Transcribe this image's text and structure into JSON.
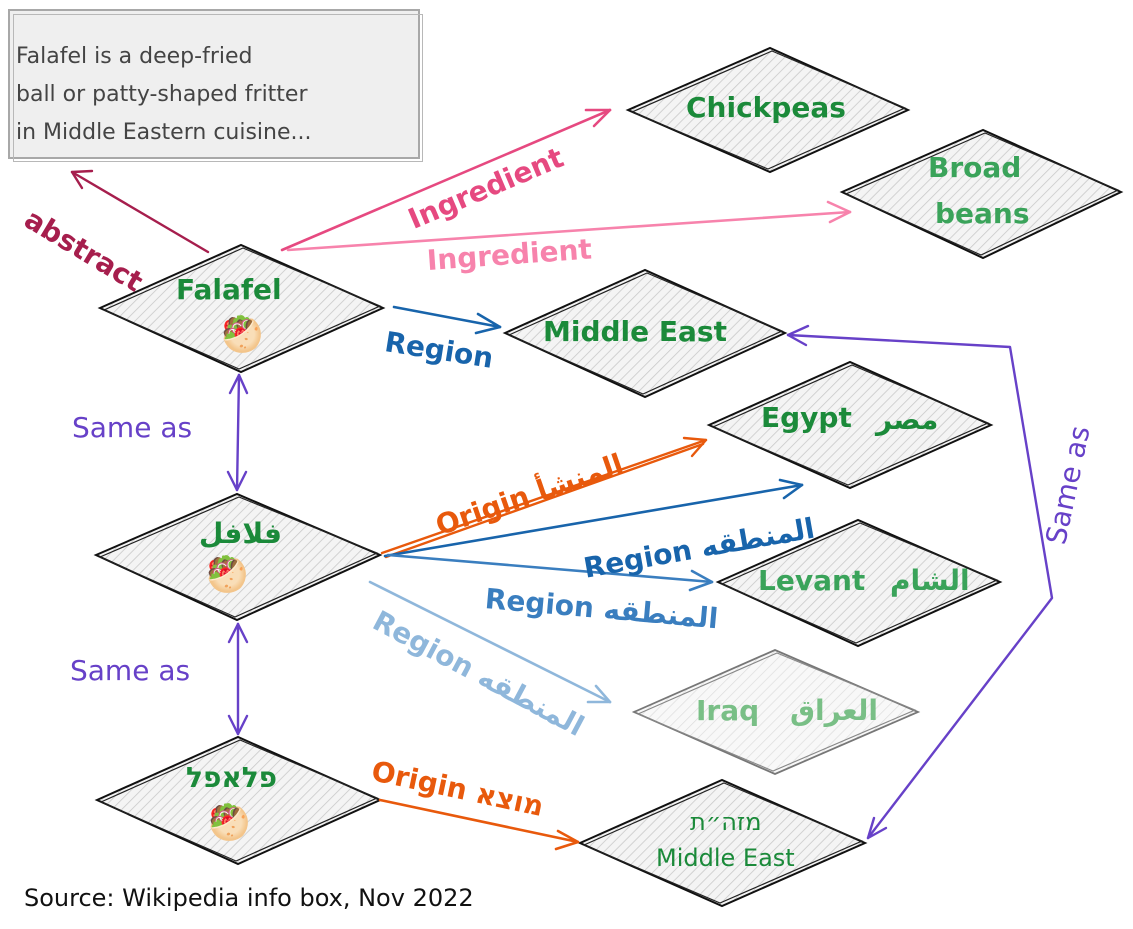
{
  "abstract_box": {
    "text": "Falafel is a deep-fried\nball or patty-shaped fritter\nin Middle Eastern cuisine..."
  },
  "nodes": {
    "falafel_en": "Falafel",
    "falafel_ar": "فلافل",
    "falafel_he": "פלאפל",
    "chickpeas": "Chickpeas",
    "broad": "Broad",
    "beans": "beans",
    "middle_east": "Middle East",
    "egypt": "Egypt",
    "egypt_ar": "مصر",
    "levant": "Levant",
    "levant_ar": "الشام",
    "iraq": "Iraq",
    "iraq_ar": "العراق",
    "middle_east_he_top": "מזה״ת",
    "middle_east_he_bottom": "Middle East"
  },
  "edges": {
    "abstract": "abstract",
    "ingredient_1": "Ingredient",
    "ingredient_2": "Ingredient",
    "region_en": "Region",
    "same_as_1": "Same as",
    "same_as_2": "Same as",
    "same_as_right": "Same as",
    "origin_ar": "Origin المنشأ",
    "region_ar_1": "Region المنطقه",
    "region_ar_2": "Region المنطقه",
    "region_ar_3": "Region المنطقه",
    "origin_he": "Origin מוצא"
  },
  "emoji": "🥙",
  "source": "Source: Wikipedia info box, Nov 2022",
  "colors": {
    "node_text": "#1b8a3a",
    "same_as": "#6741c8",
    "region": "#1864ab",
    "origin": "#e8590c",
    "ingredient_1": "#e64980",
    "ingredient_2": "#f783ac",
    "abstract": "#a61e4d"
  }
}
